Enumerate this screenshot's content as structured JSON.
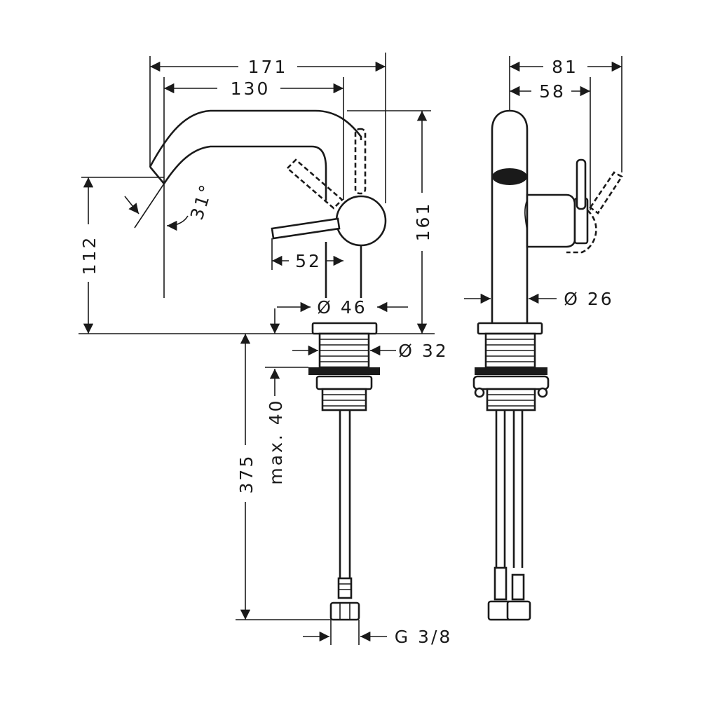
{
  "dimensions": {
    "width_overall": "171",
    "spout_reach": "130",
    "height_total": "161",
    "spout_height": "112",
    "spout_angle": "31°",
    "handle_length": "52",
    "base_diameter": "Ø 46",
    "shank_diameter": "Ø 32",
    "max_thickness": "max. 40",
    "hose_length": "375",
    "connection_thread": "G 3/8",
    "side_depth_overall": "81",
    "side_depth": "58",
    "body_diameter": "Ø 26"
  }
}
